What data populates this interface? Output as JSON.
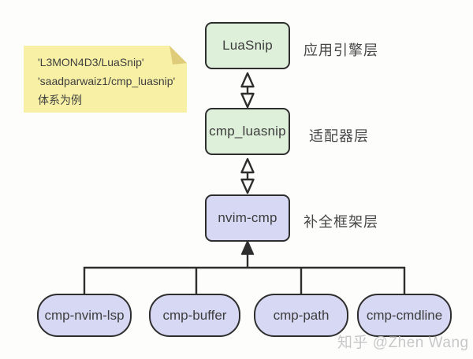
{
  "note": {
    "lines": [
      "'L3MON4D3/LuaSnip'",
      "'saadparwaiz1/cmp_luasnip'",
      "体系为例"
    ]
  },
  "stack": [
    {
      "label": "LuaSnip",
      "layer": "应用引擎层"
    },
    {
      "label": "cmp_luasnip",
      "layer": "适配器层"
    },
    {
      "label": "nvim-cmp",
      "layer": "补全框架层"
    }
  ],
  "sources": [
    {
      "label": "cmp-nvim-lsp"
    },
    {
      "label": "cmp-buffer"
    },
    {
      "label": "cmp-path"
    },
    {
      "label": "cmp-cmdline"
    }
  ],
  "watermark": "知乎 @Zhen Wang",
  "colors": {
    "engine_fill": "#dff0da",
    "framework_fill": "#d7d8f4",
    "note_fill": "#f7f0a5",
    "note_fold": "#dfcc7b",
    "stroke": "#2e2e2e"
  }
}
